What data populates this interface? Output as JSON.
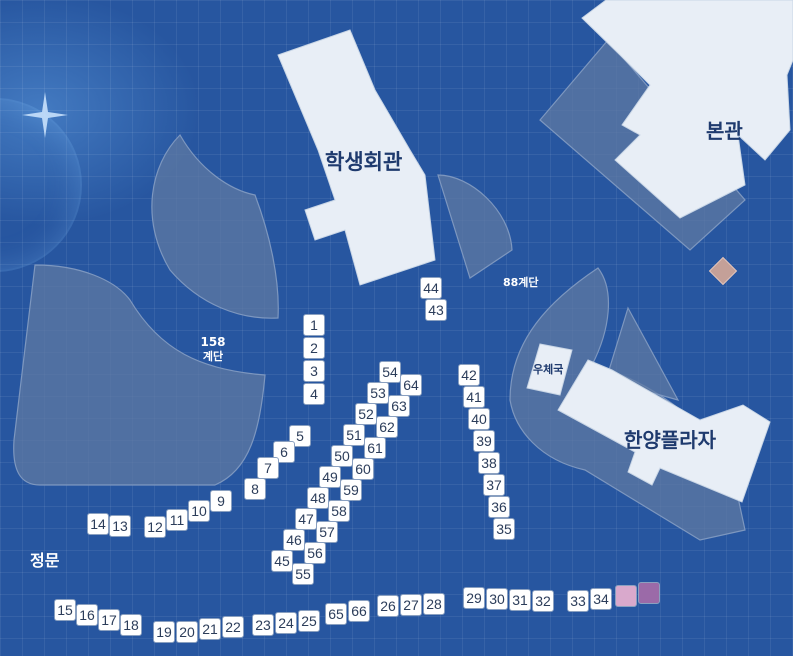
{
  "buildings": {
    "student_union": "학생회관",
    "main_hall": "본관",
    "hanyang_plaza": "한양플라자",
    "post_office": "우체국"
  },
  "areas": {
    "stairs_158_line1": "158",
    "stairs_158_line2": "계단",
    "stairs_88": "88계단",
    "main_gate": "정문"
  },
  "stalls": [
    "1",
    "2",
    "3",
    "4",
    "5",
    "6",
    "7",
    "8",
    "9",
    "10",
    "11",
    "12",
    "13",
    "14",
    "15",
    "16",
    "17",
    "18",
    "19",
    "20",
    "21",
    "22",
    "23",
    "24",
    "25",
    "26",
    "27",
    "28",
    "29",
    "30",
    "31",
    "32",
    "33",
    "34",
    "35",
    "36",
    "37",
    "38",
    "39",
    "40",
    "41",
    "42",
    "43",
    "44",
    "45",
    "46",
    "47",
    "48",
    "49",
    "50",
    "51",
    "52",
    "53",
    "54",
    "55",
    "56",
    "57",
    "58",
    "59",
    "60",
    "61",
    "62",
    "63",
    "64",
    "65",
    "66"
  ],
  "colors": {
    "background": "#2756a0",
    "zone": "#5f7aa3",
    "building": "#e8eef6",
    "label": "#1e3a6e",
    "stall_highlight_pink": "#d9a9cc",
    "stall_highlight_purple": "#9b6aa8",
    "marker": "#c4a098"
  }
}
